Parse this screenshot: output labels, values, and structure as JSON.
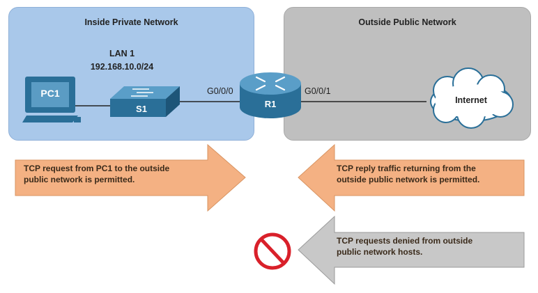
{
  "zones": {
    "inside_title": "Inside Private Network",
    "outside_title": "Outside Public Network"
  },
  "lan": {
    "name": "LAN 1",
    "subnet": "192.168.10.0/24"
  },
  "devices": {
    "pc": "PC1",
    "switch": "S1",
    "router": "R1",
    "cloud": "Internet"
  },
  "interfaces": {
    "inside": "G0/0/0",
    "outside": "G0/0/1"
  },
  "arrows": {
    "request_line1": "TCP request from PC1 to the outside",
    "request_line2": "public network is permitted.",
    "reply_line1": "TCP reply traffic returning from the",
    "reply_line2": "outside public network is permitted.",
    "denied_line1": "TCP requests denied from outside",
    "denied_line2": "public network hosts."
  },
  "colors": {
    "inside_zone": "#a9c8ea",
    "outside_zone": "#bfbfbf",
    "permit_arrow": "#f4b183",
    "deny_arrow": "#bfbfbf",
    "deny_symbol": "#d9202a",
    "device_blue": "#2a6f98"
  }
}
